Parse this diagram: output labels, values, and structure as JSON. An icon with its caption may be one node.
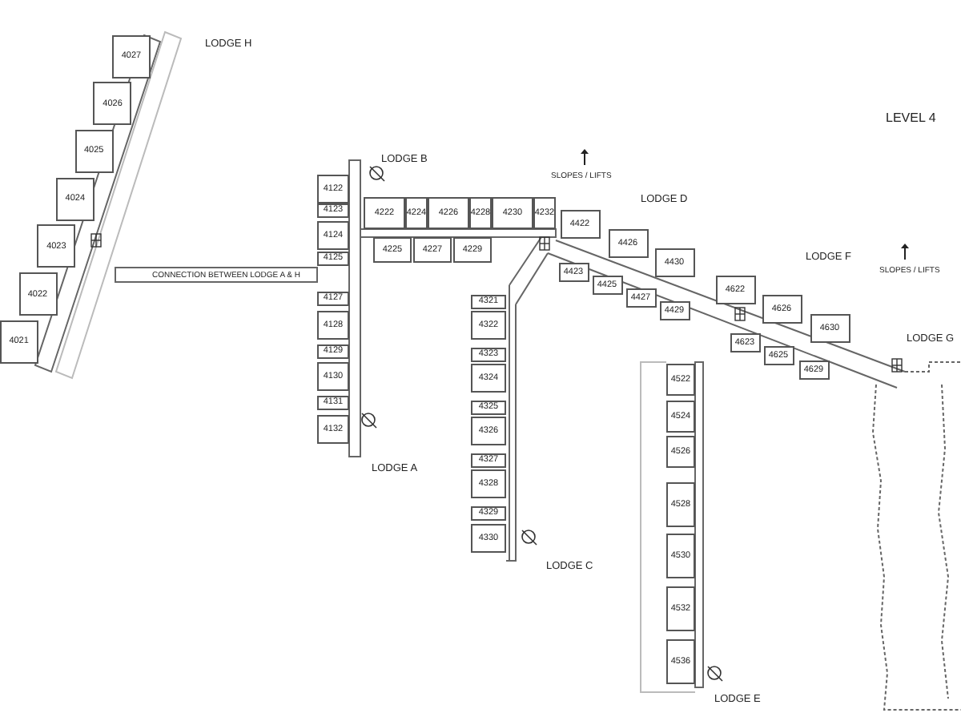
{
  "diagram": {
    "nodes": [
      {
        "text": [
          "4027"
        ]
      },
      {
        "text": [
          "4026"
        ]
      },
      {
        "text": [
          "4025"
        ]
      },
      {
        "text": [
          "4024"
        ]
      },
      {
        "text": [
          "4023"
        ]
      },
      {
        "text": [
          "4022"
        ]
      },
      {
        "text": [
          "4021"
        ]
      },
      {
        "text": [
          "4122"
        ]
      },
      {
        "text": [
          "4123"
        ]
      },
      {
        "text": [
          "4124"
        ]
      },
      {
        "text": [
          "4125"
        ]
      },
      {
        "text": [
          "4127"
        ]
      },
      {
        "text": [
          "4128"
        ]
      },
      {
        "text": [
          "4129"
        ]
      },
      {
        "text": [
          "4130"
        ]
      },
      {
        "text": [
          "4131"
        ]
      },
      {
        "text": [
          "4132"
        ]
      },
      {
        "text": [
          "4222"
        ]
      },
      {
        "text": [
          "4224"
        ]
      },
      {
        "text": [
          "4226"
        ]
      },
      {
        "text": [
          "4228"
        ]
      },
      {
        "text": [
          "4230"
        ]
      },
      {
        "text": [
          "4232"
        ]
      },
      {
        "text": [
          "4225"
        ]
      },
      {
        "text": [
          "4227"
        ]
      },
      {
        "text": [
          "4229"
        ]
      },
      {
        "text": [
          "4321"
        ]
      },
      {
        "text": [
          "4322"
        ]
      },
      {
        "text": [
          "4323"
        ]
      },
      {
        "text": [
          "4324"
        ]
      },
      {
        "text": [
          "4325"
        ]
      },
      {
        "text": [
          "4326"
        ]
      },
      {
        "text": [
          "4327"
        ]
      },
      {
        "text": [
          "4328"
        ]
      },
      {
        "text": [
          "4329"
        ]
      },
      {
        "text": [
          "4330"
        ]
      },
      {
        "text": [
          "4422"
        ]
      },
      {
        "text": [
          "4426"
        ]
      },
      {
        "text": [
          "4430"
        ]
      },
      {
        "text": [
          "4423"
        ]
      },
      {
        "text": [
          "4425"
        ]
      },
      {
        "text": [
          "4427"
        ]
      },
      {
        "text": [
          "4429"
        ]
      },
      {
        "text": [
          "4622"
        ]
      },
      {
        "text": [
          "4626"
        ]
      },
      {
        "text": [
          "4630"
        ]
      },
      {
        "text": [
          "4623"
        ]
      },
      {
        "text": [
          "4625"
        ]
      },
      {
        "text": [
          "4629"
        ]
      },
      {
        "text": [
          "4522"
        ]
      },
      {
        "text": [
          "4524"
        ]
      },
      {
        "text": [
          "4526"
        ]
      },
      {
        "text": [
          "4528"
        ]
      },
      {
        "text": [
          "4530"
        ]
      },
      {
        "text": [
          "4532"
        ]
      },
      {
        "text": [
          "4536"
        ]
      }
    ],
    "labels": [
      "LODGE H",
      "LEVEL 4",
      "LODGE B",
      "SLOPES / LIFTS",
      "LODGE D",
      "CONNECTION BETWEEN LODGE A & H",
      "LODGE F",
      "SLOPES / LIFTS",
      "LODGE G",
      "LODGE A",
      "LODGE C",
      "LODGE E"
    ]
  }
}
